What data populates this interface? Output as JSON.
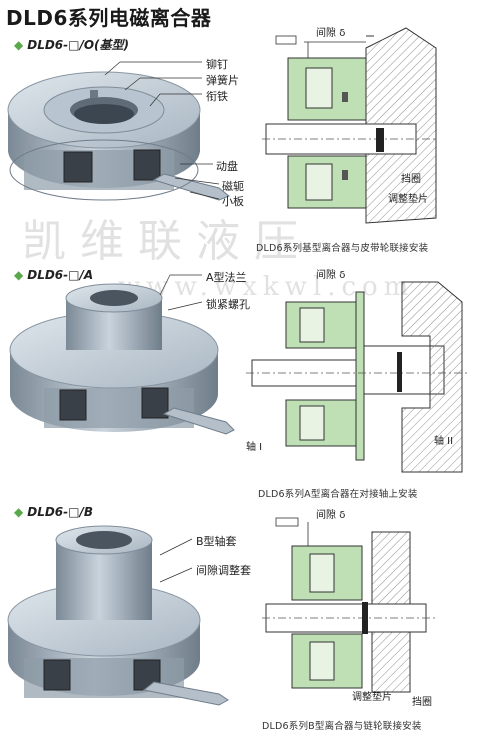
{
  "title": "DLD6系列电磁离合器",
  "watermark": {
    "name": "凯 维 联 液 压",
    "url": "www.wxkwl.com"
  },
  "sections": [
    {
      "model": "DLD6-□/O(基型)",
      "callouts": [
        "铆钉",
        "弹簧片",
        "衔铁",
        "动盘",
        "磁轭",
        "小板"
      ],
      "drawing_labels": {
        "gap": "间隙",
        "delta": "δ",
        "ring": "挡圈",
        "shim": "调整垫片"
      },
      "caption": "DLD6系列基型离合器与皮带轮联接安装"
    },
    {
      "model": "DLD6-□/A",
      "callouts": [
        "A型法兰",
        "锁紧螺孔"
      ],
      "drawing_labels": {
        "gap": "间隙",
        "delta": "δ",
        "shaft1": "轴 I",
        "shaft2": "轴 II"
      },
      "caption": "DLD6系列A型离合器在对接轴上安装"
    },
    {
      "model": "DLD6-□/B",
      "callouts": [
        "B型轴套",
        "间隙调整套"
      ],
      "drawing_labels": {
        "gap": "间隙",
        "delta": "δ",
        "shim": "调整垫片",
        "ring": "挡圈"
      },
      "caption": "DLD6系列B型离合器与链轮联接安装"
    }
  ],
  "colors": {
    "accent_green": "#5aa84b",
    "drawing_green": "#bfe0b4",
    "metal": "#9aa9b6"
  }
}
